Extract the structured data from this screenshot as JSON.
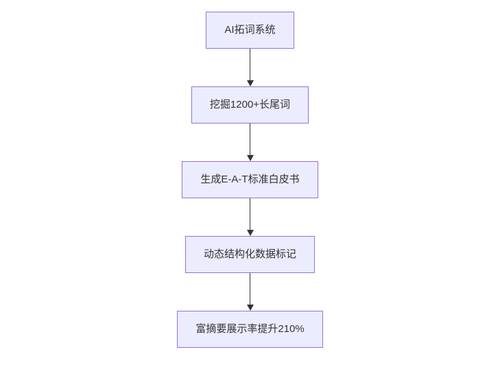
{
  "diagram": {
    "type": "flowchart",
    "direction": "top-down",
    "colors": {
      "background": "#ffffff",
      "node_fill": "#ECECFF",
      "node_border": "#9370DB",
      "node_text": "#333333",
      "arrow": "#333333"
    },
    "nodes": [
      {
        "id": "n1",
        "label": "AI拓词系统"
      },
      {
        "id": "n2",
        "label": "挖掘1200+长尾词"
      },
      {
        "id": "n3",
        "label": "生成E-A-T标准白皮书"
      },
      {
        "id": "n4",
        "label": "动态结构化数据标记"
      },
      {
        "id": "n5",
        "label": "富摘要展示率提升210%"
      }
    ],
    "edges": [
      {
        "from": "n1",
        "to": "n2"
      },
      {
        "from": "n2",
        "to": "n3"
      },
      {
        "from": "n3",
        "to": "n4"
      },
      {
        "from": "n4",
        "to": "n5"
      }
    ]
  }
}
